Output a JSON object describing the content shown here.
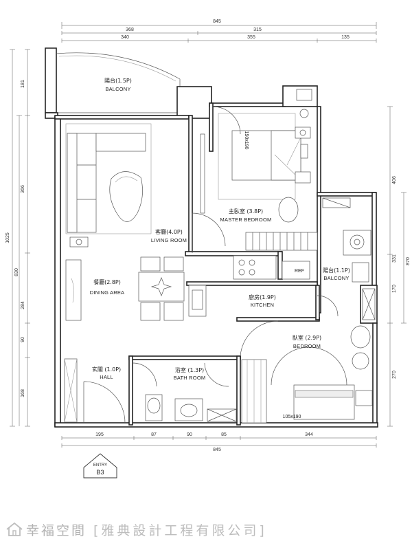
{
  "dimensions": {
    "top_total": "845",
    "top_row1": [
      "368",
      "315"
    ],
    "top_row2": [
      "340",
      "355",
      "135"
    ],
    "left_total": "1025",
    "left_row1": [
      "181",
      "366"
    ],
    "left_row2": "830",
    "left_row3": [
      "284",
      "90",
      "168"
    ],
    "right_col1": [
      "406",
      "331",
      "170",
      "270"
    ],
    "right_total": "870",
    "bottom_row1": [
      "195",
      "87",
      "90",
      "85",
      "344"
    ],
    "bottom_total": "845"
  },
  "rooms": {
    "balcony_top": {
      "zh": "陽台(1.5P)",
      "en": "BALCONY"
    },
    "living": {
      "zh": "客廳(4.0P)",
      "en": "LIVING ROOM"
    },
    "master": {
      "zh": "主臥室 (3.8P)",
      "en": "MASTER BEDROOM"
    },
    "dining": {
      "zh": "餐廳(2.8P)",
      "en": "DINING AREA"
    },
    "kitchen": {
      "zh": "廚房(1.9P)",
      "en": "KITCHEN"
    },
    "balcony_right": {
      "zh": "陽台(1.1P)",
      "en": "BALCONY"
    },
    "bedroom": {
      "zh": "臥室 (2.9P)",
      "en": "BEDROOM"
    },
    "hall": {
      "zh": "玄關 (1.0P)",
      "en": "HALL"
    },
    "bath": {
      "zh": "浴室 (1.3P)",
      "en": "BATH ROOM"
    }
  },
  "labels": {
    "ref": "REF",
    "bed_master_size": "150x190",
    "bed_size": "105x190",
    "entry": "ENTRY",
    "entry_code": "B3"
  },
  "footer": {
    "brand": "幸福空間",
    "company": "[雅典設計工程有限公司]"
  }
}
